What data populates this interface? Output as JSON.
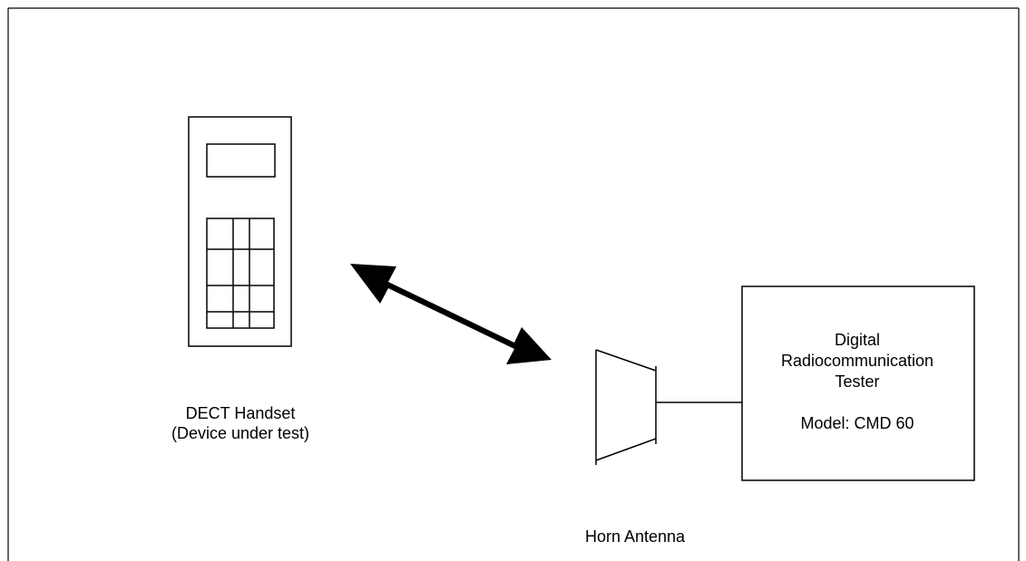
{
  "handset": {
    "label_line1": "DECT Handset",
    "label_line2": "(Device under test)"
  },
  "antenna": {
    "label": "Horn Antenna"
  },
  "tester": {
    "label_line1": "Digital",
    "label_line2": "Radiocommunication",
    "label_line3": "Tester",
    "label_line4": "Model: CMD 60"
  },
  "colors": {
    "stroke": "#000000",
    "background": "#ffffff"
  }
}
